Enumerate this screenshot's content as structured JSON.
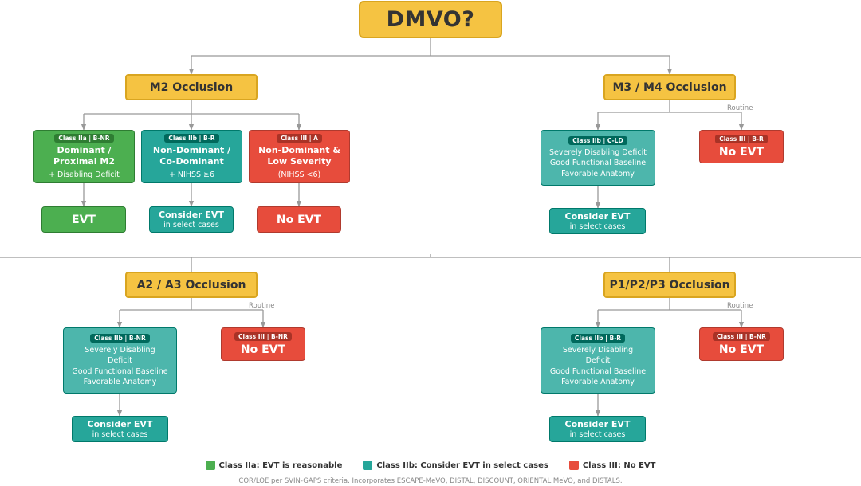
{
  "root": {
    "title": "DMVO?"
  },
  "m2": {
    "title": "M2 Occlusion",
    "branches": [
      {
        "badge": "Class IIa | B-NR",
        "title_line1": "Dominant /",
        "title_line2": "Proximal M2",
        "sub": "+ Disabling Deficit",
        "outcome": "EVT",
        "outcome_sub": ""
      },
      {
        "badge": "Class IIb | B-R",
        "title_line1": "Non-Dominant /",
        "title_line2": "Co-Dominant",
        "sub": "+ NIHSS ≥6",
        "outcome": "Consider EVT",
        "outcome_sub": "in select cases"
      },
      {
        "badge": "Class III | A",
        "title_line1": "Non-Dominant &",
        "title_line2": "Low Severity",
        "sub": "(NIHSS <6)",
        "outcome": "No EVT",
        "outcome_sub": ""
      }
    ]
  },
  "m3m4": {
    "title": "M3 / M4 Occlusion",
    "routine": "Routine",
    "left": {
      "badge": "Class IIb | C-LD",
      "criteria": [
        "Severely Disabling Deficit",
        "Good Functional Baseline",
        "Favorable Anatomy"
      ],
      "outcome": "Consider EVT",
      "outcome_sub": "in select cases"
    },
    "right": {
      "badge": "Class III | B-R",
      "outcome": "No EVT"
    }
  },
  "a2a3": {
    "title": "A2 / A3 Occlusion",
    "routine": "Routine",
    "left": {
      "badge": "Class IIb | B-NR",
      "criteria": [
        "Severely Disabling",
        "Deficit",
        "Good Functional Baseline",
        "Favorable Anatomy"
      ],
      "outcome": "Consider EVT",
      "outcome_sub": "in select cases"
    },
    "right": {
      "badge": "Class III | B-NR",
      "outcome": "No EVT"
    }
  },
  "p123": {
    "title": "P1/P2/P3 Occlusion",
    "routine": "Routine",
    "left": {
      "badge": "Class IIb | B-R",
      "criteria": [
        "Severely Disabling",
        "Deficit",
        "Good Functional Baseline",
        "Favorable Anatomy"
      ],
      "outcome": "Consider EVT",
      "outcome_sub": "in select cases"
    },
    "right": {
      "badge": "Class III | B-NR",
      "outcome": "No EVT"
    }
  },
  "legend": [
    {
      "color": "#4caf50",
      "label": "Class IIa: EVT is reasonable"
    },
    {
      "color": "#26a69a",
      "label": "Class IIb: Consider EVT in select cases"
    },
    {
      "color": "#e74c3c",
      "label": "Class III: No EVT"
    }
  ],
  "footnote": "COR/LOE per SVIN-GAPS criteria. Incorporates ESCAPE-MeVO, DISTAL, DISCOUNT, ORIENTAL MeVO, and DISTALS."
}
